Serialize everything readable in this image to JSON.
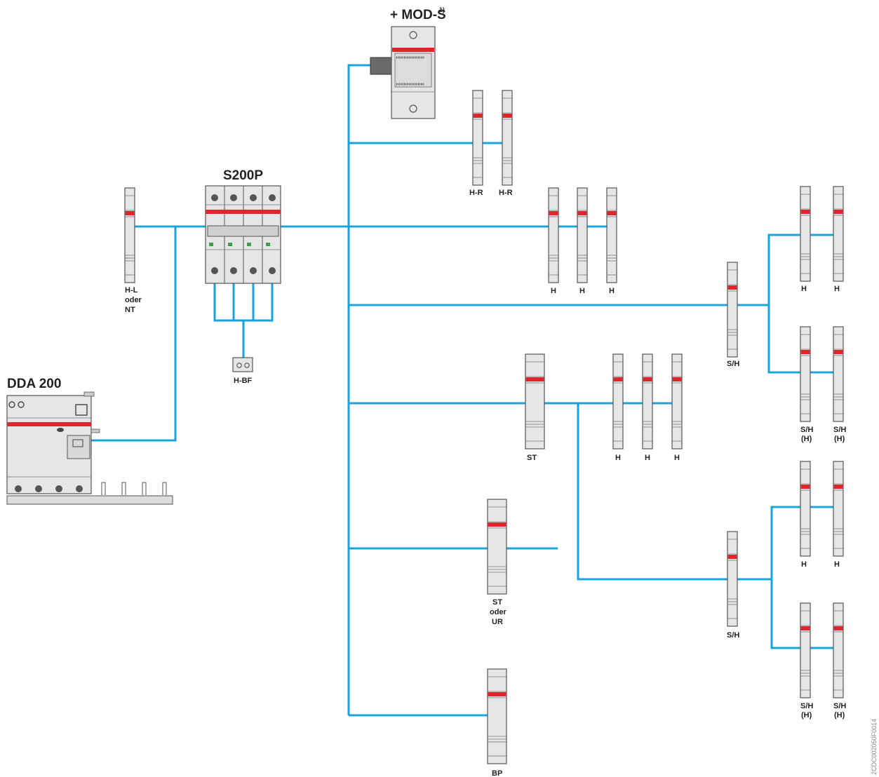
{
  "colors": {
    "wire": "#1aa3dc",
    "device_fill": "#e6e6e6",
    "device_stroke": "#555555",
    "accent": "#e0262b"
  },
  "titles": {
    "mod_s": "+ MOD-S",
    "mod_s_note": "1)",
    "s200p": "S200P",
    "dda200": "DDA 200"
  },
  "labels": {
    "hl_1": "H-L",
    "hl_2": "oder",
    "hl_3": "NT",
    "hbf": "H-BF",
    "hr_a": "H-R",
    "hr_b": "H-R",
    "h_row1_a": "H",
    "h_row1_b": "H",
    "h_row1_c": "H",
    "sh_upper": "S/H",
    "h_ur_a": "H",
    "h_ur_b": "H",
    "shh_ur_a1": "S/H",
    "shh_ur_a2": "(H)",
    "shh_ur_b1": "S/H",
    "shh_ur_b2": "(H)",
    "st": "ST",
    "h_row2_a": "H",
    "h_row2_b": "H",
    "h_row2_c": "H",
    "st_ur_1": "ST",
    "st_ur_2": "oder",
    "st_ur_3": "UR",
    "sh_lower": "S/H",
    "h_lr_a": "H",
    "h_lr_b": "H",
    "shh_lr_a1": "S/H",
    "shh_lr_a2": "(H)",
    "shh_lr_b1": "S/H",
    "shh_lr_b2": "(H)",
    "bp": "BP"
  },
  "doc_code": "2CDC002050F0014"
}
